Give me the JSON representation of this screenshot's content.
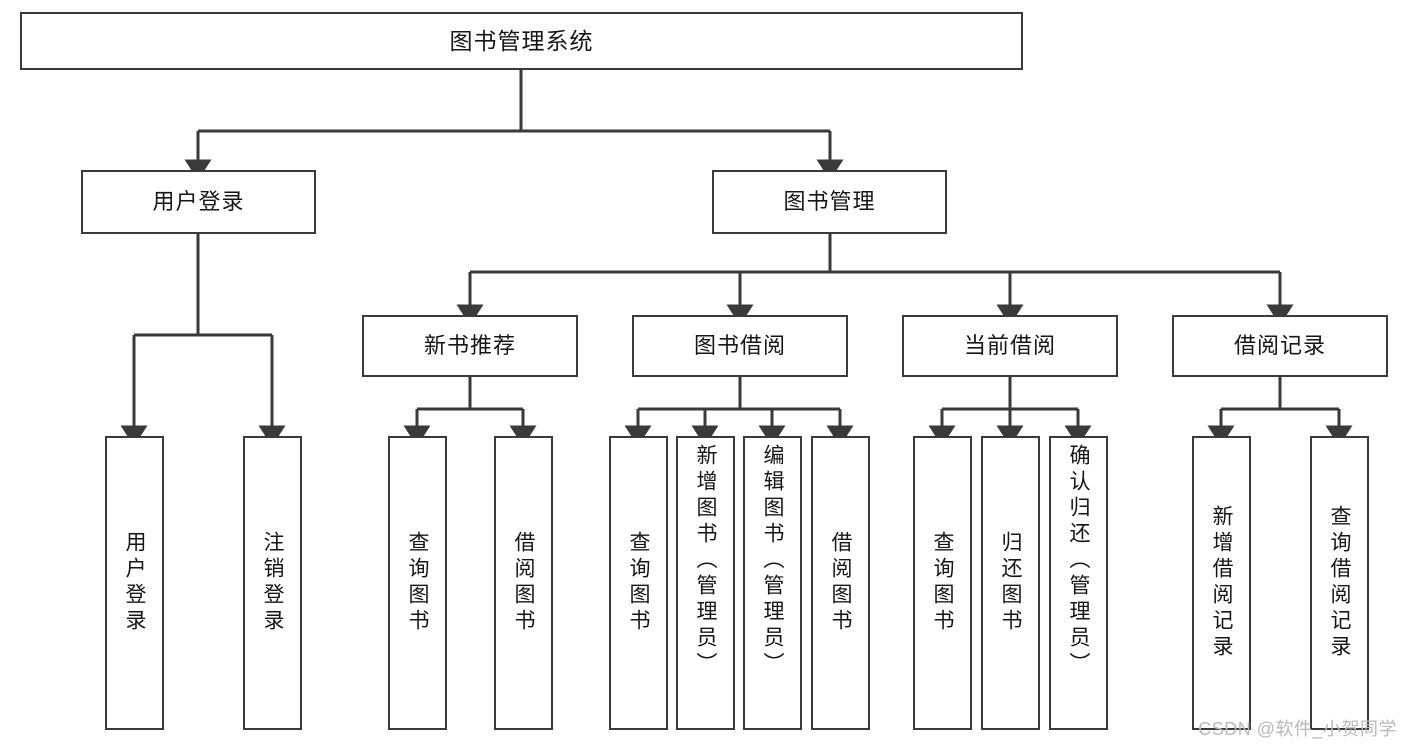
{
  "diagram": {
    "title": "图书管理系统",
    "type": "tree-hierarchy-chart",
    "root": {
      "label": "图书管理系统"
    },
    "level1": [
      {
        "label": "用户登录"
      },
      {
        "label": "图书管理"
      }
    ],
    "level2": [
      {
        "label": "新书推荐"
      },
      {
        "label": "图书借阅"
      },
      {
        "label": "当前借阅"
      },
      {
        "label": "借阅记录"
      }
    ],
    "leaves": {
      "user_login": [
        {
          "label": "用户登录"
        },
        {
          "label": "注销登录"
        }
      ],
      "new_book_recommend": [
        {
          "label": "查询图书"
        },
        {
          "label": "借阅图书"
        }
      ],
      "book_borrow": [
        {
          "label": "查询图书"
        },
        {
          "label": "新增图书（管理员）"
        },
        {
          "label": "编辑图书（管理员）"
        },
        {
          "label": "借阅图书"
        }
      ],
      "current_borrow": [
        {
          "label": "查询图书"
        },
        {
          "label": "归还图书"
        },
        {
          "label": "确认归还（管理员）"
        }
      ],
      "borrow_record": [
        {
          "label": "新增借阅记录"
        },
        {
          "label": "查询借阅记录"
        }
      ]
    }
  },
  "watermark": {
    "text": "CSDN @软件_小贺同学"
  },
  "colors": {
    "border": "#3a3a3a",
    "text": "#161616",
    "background": "#ffffff",
    "watermark": "#b9b9b9"
  }
}
